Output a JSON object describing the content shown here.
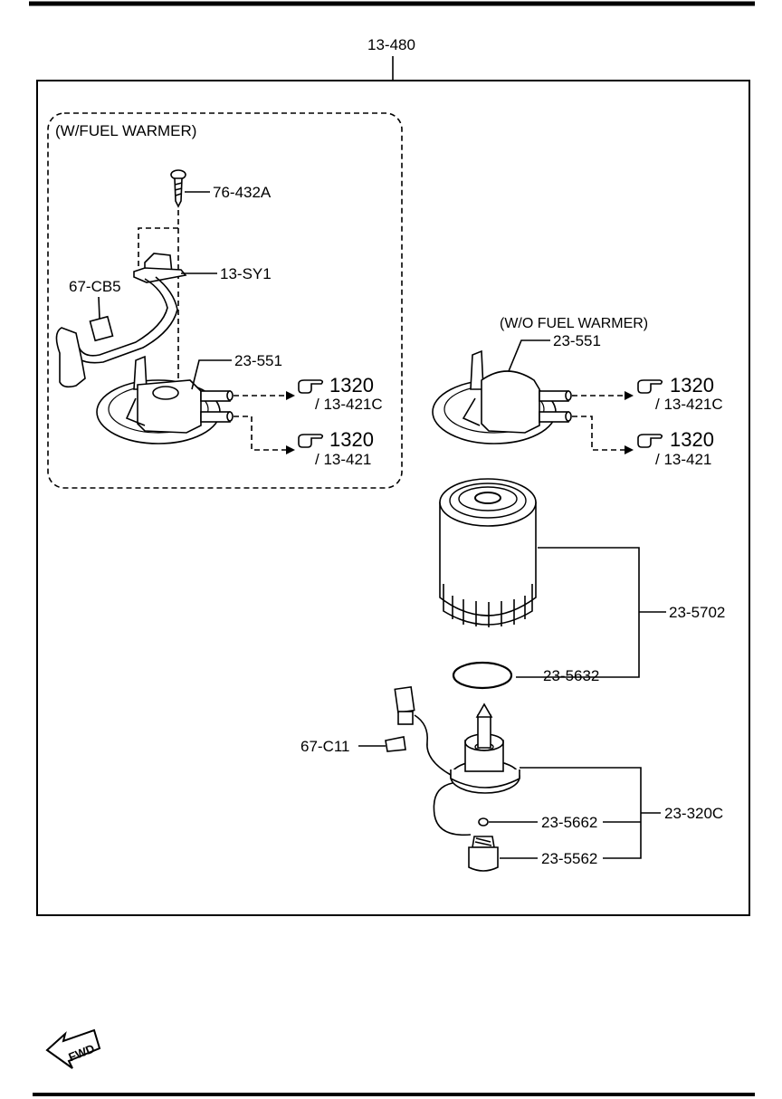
{
  "assembly_label": "13-480",
  "fuel_warmer_box_title": "(W/FUEL WARMER)",
  "no_fuel_warmer_title": "(W/O FUEL WARMER)",
  "parts": {
    "screw": "76-432A",
    "sensor": "13-SY1",
    "connector_left": "67-CB5",
    "head_left": "23-551",
    "head_right": "23-551",
    "filter_element": "23-5702",
    "o_ring": "23-5632",
    "connector_lower": "67-C11",
    "drain_assembly": "23-320C",
    "plug_small": "23-5662",
    "drain_plug": "23-5562"
  },
  "references": {
    "left_upper": {
      "page": "1320",
      "part": "/ 13-421C"
    },
    "left_lower": {
      "page": "1320",
      "part": "/ 13-421"
    },
    "right_upper": {
      "page": "1320",
      "part": "/ 13-421C"
    },
    "right_lower": {
      "page": "1320",
      "part": "/ 13-421"
    }
  },
  "fwd_label": "FWD",
  "icons": [
    "pointing-hand-icon",
    "fwd-arrow-icon"
  ]
}
